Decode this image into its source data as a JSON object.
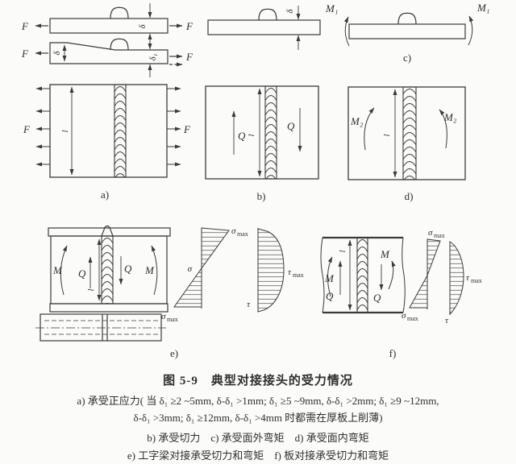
{
  "labels": {
    "F": "F",
    "Q": "Q",
    "M": "M",
    "M1": "M₁",
    "M2": "M₂",
    "delta": "δ",
    "delta1": "δ₁",
    "l": "l",
    "sigma": "σ",
    "tau": "τ",
    "max": "max",
    "panel_a": "a)",
    "panel_b": "b)",
    "panel_c": "c)",
    "panel_d": "d)",
    "panel_e": "e)",
    "panel_f": "f)"
  },
  "caption": {
    "title": "图 5-9　典型对接接头的受力情况",
    "line_a1": "a) 承受正应力( 当 δ₁ ≥2 ~5mm, δ-δ₁ >1mm; δ₁ ≥5 ~9mm, δ-δ₁ >2mm; δ₁ ≥9 ~12mm,",
    "line_a2": "δ-δ₁ >3mm; δ₁ ≥12mm, δ-δ₁ >4mm 时都需在厚板上削薄)",
    "line_bcd": "b) 承受切力　c) 承受面外弯矩　d) 承受面内弯矩",
    "line_ef": "e) 工字梁对接承受切力和弯矩　f) 板对接承受切力和弯矩"
  },
  "colors": {
    "ink": "#3a3a3a",
    "paper": "#fbfbf9"
  }
}
